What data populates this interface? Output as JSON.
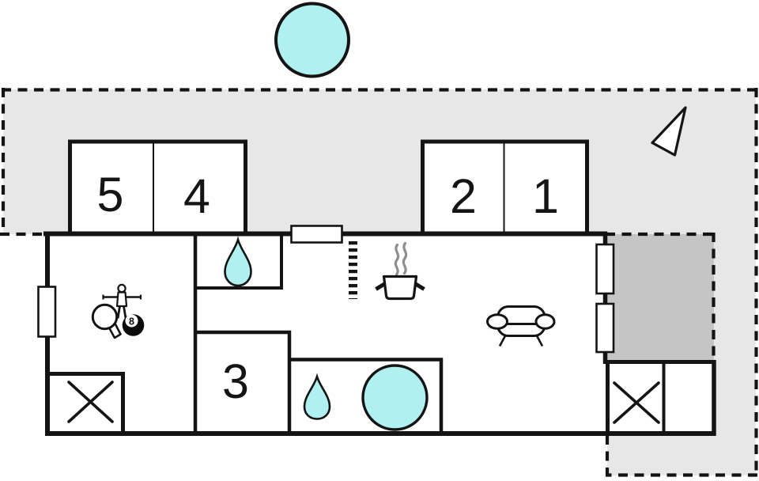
{
  "plan": {
    "title": "holiday-home floor plan",
    "rooms": [
      {
        "label": "1"
      },
      {
        "label": "2"
      },
      {
        "label": "3"
      },
      {
        "label": "4"
      },
      {
        "label": "5"
      }
    ],
    "eight_ball_label": "8",
    "colors": {
      "terrace": "#e7e7e7",
      "patio_dark": "#c5c5c5",
      "water": "#b0f0f0",
      "wall": "#141414",
      "steam": "#8f8f8f"
    },
    "icons": [
      "hot-tub",
      "north-arrow",
      "wc-droplet",
      "shower-droplet",
      "bathtub",
      "stove-pot",
      "sofa",
      "foosball-player",
      "table-tennis-paddle",
      "eight-ball",
      "wardrobe-cross",
      "loft-ladder",
      "window"
    ]
  }
}
